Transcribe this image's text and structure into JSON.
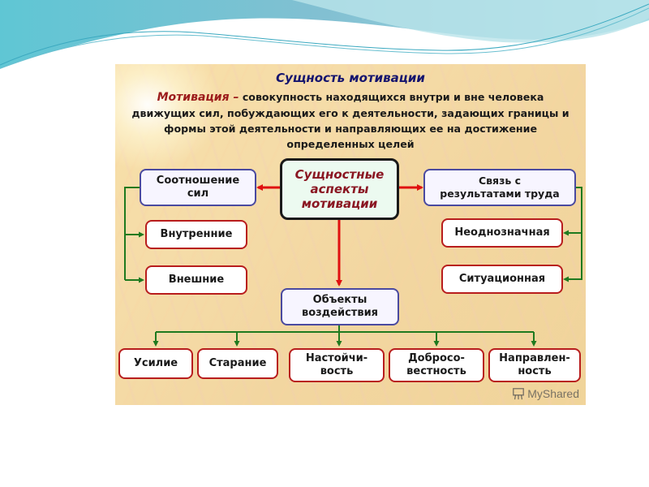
{
  "slide": {
    "title": "Сущность мотивации",
    "definition_term": "Мотивация –",
    "definition_text": " совокупность находящихся внутри и вне человека движущих сил, побуждающих его к деятельности, задающих границы и формы этой деятельности и направляющих ее на достижение определенных целей"
  },
  "diagram": {
    "center": [
      "Сущностные",
      "аспекты",
      "мотивации"
    ],
    "left": {
      "head": [
        "Соотношение",
        "сил"
      ],
      "children": [
        "Внутренние",
        "Внешние"
      ]
    },
    "right": {
      "head": [
        "Связь с",
        "результатами труда"
      ],
      "children": [
        "Неоднозначная",
        "Ситуационная"
      ]
    },
    "bottom": {
      "head": [
        "Объекты",
        "воздействия"
      ],
      "children": [
        [
          "Усилие"
        ],
        [
          "Старание"
        ],
        [
          "Настойчи-",
          "вость"
        ],
        [
          "Добросо-",
          "вестность"
        ],
        [
          "Направлен-",
          "ность"
        ]
      ]
    }
  },
  "watermark": {
    "text": "MyShared",
    "icon": "myshared-logo-icon"
  },
  "colors": {
    "title": "#14146e",
    "term": "#9c1b1b",
    "red_arrow": "#e01010",
    "green_connector": "#1f7a1f",
    "red_border": "#b81d1d",
    "blue_border": "#4a4aa0"
  }
}
